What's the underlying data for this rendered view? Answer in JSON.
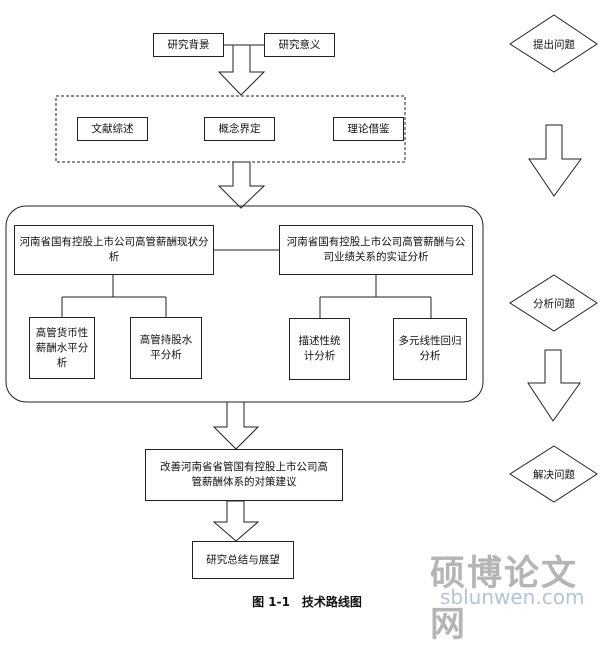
{
  "top": {
    "left": "研究背景",
    "right": "研究意义"
  },
  "dashed_group": {
    "items": [
      "文献综述",
      "概念界定",
      "理论借鉴"
    ]
  },
  "group": {
    "left_head": "河南省国有控股上市公司高管薪酬现状分析",
    "right_head": "河南省国有控股上市公司高管薪酬与公司业绩关系的实证分析",
    "left_sub": [
      "高管货币性薪酬水平分析",
      "高管持股水平分析"
    ],
    "right_sub": [
      "描述性统计分析",
      "多元线性回归分析"
    ]
  },
  "suggest": "改善河南省省管国有控股上市公司高管薪酬体系的对策建议",
  "summary": "研究总结与展望",
  "stages": [
    "提出问题",
    "分析问题",
    "解决问题"
  ],
  "caption": "图 1-1　技术路线图",
  "watermark": {
    "cn": "硕博论文网",
    "en": "sblunwen.com"
  }
}
